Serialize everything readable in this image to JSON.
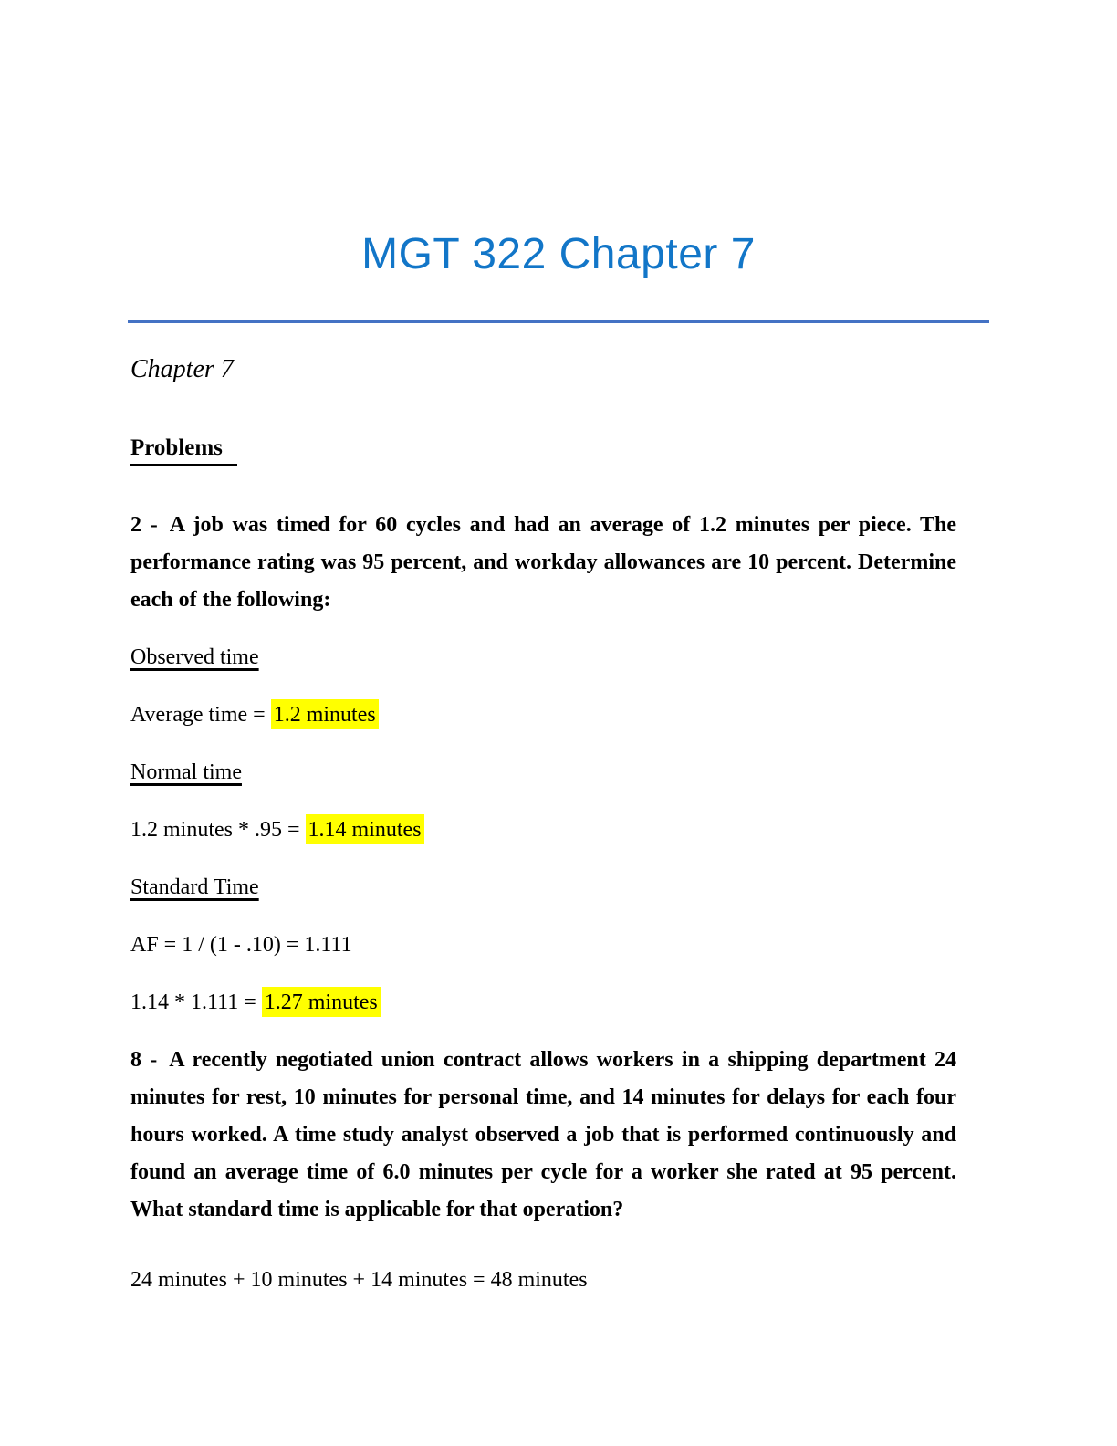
{
  "page": {
    "title": "MGT 322 Chapter 7",
    "chapter_heading": "Chapter 7",
    "problems_label": "Problems"
  },
  "problem2": {
    "number": "2 -",
    "statement": "A job was timed for 60 cycles and had an average of 1.2 minutes per piece. The performance rating was 95 percent, and workday allowances are 10 percent. Determine each of the following:",
    "observed_time": {
      "heading": "Observed time",
      "label": "Average time =",
      "answer": "1.2 minutes"
    },
    "normal_time": {
      "heading": "Normal time",
      "label": "1.2 minutes * .95 =",
      "answer": "1.14 minutes"
    },
    "standard_time": {
      "heading": "Standard Time",
      "af_line": "AF = 1 / (1 - .10) = 1.111",
      "label": "1.14 * 1.111 =",
      "answer": "1.27 minutes"
    }
  },
  "problem8": {
    "number": "8 -",
    "statement": "A recently negotiated union contract allows workers in a shipping department 24 minutes for rest, 10 minutes for personal time, and 14 minutes for delays for each four hours worked. A time study analyst observed a job that is performed continuously and found an average time of 6.0 minutes per cycle for a worker she rated at 95 percent. What standard time is applicable for that operation?",
    "total_line": "24 minutes + 10 minutes + 14 minutes = 48 minutes"
  },
  "colors": {
    "title_blue": "#1276C8",
    "rule_blue": "#4472C4",
    "highlight_yellow": "#FFFF00",
    "text_black": "#000000"
  }
}
